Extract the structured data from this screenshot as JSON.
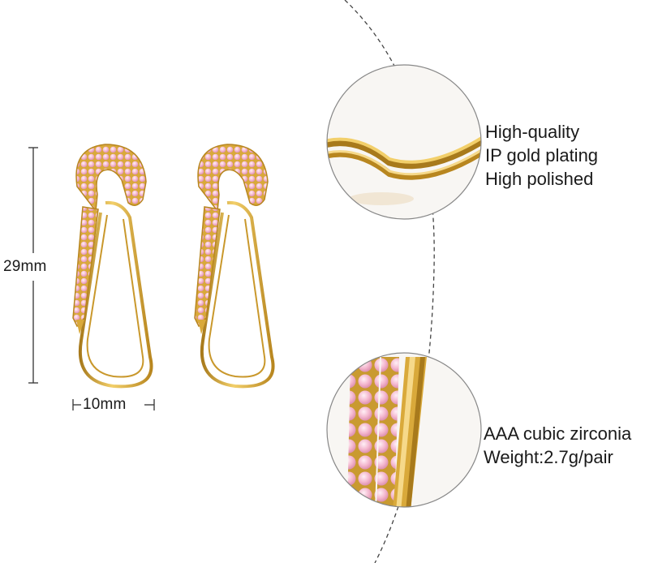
{
  "dimensions": {
    "height_label": "29mm",
    "width_label": "10mm"
  },
  "detail_top": {
    "lines": [
      "High-quality",
      "IP gold plating",
      "High polished"
    ]
  },
  "detail_bottom": {
    "lines": [
      "AAA cubic zirconia",
      "Weight:2.7g/pair"
    ]
  },
  "colors": {
    "gold": "#d9a93a",
    "gold_dark": "#a87a1c",
    "gem_pink": "#f4b8cf",
    "gem_pink_dark": "#d98aa9",
    "guide_line": "#444444"
  },
  "icons": [
    "height-dimension-icon",
    "width-dimension-icon",
    "dashed-arc-divider-icon"
  ]
}
